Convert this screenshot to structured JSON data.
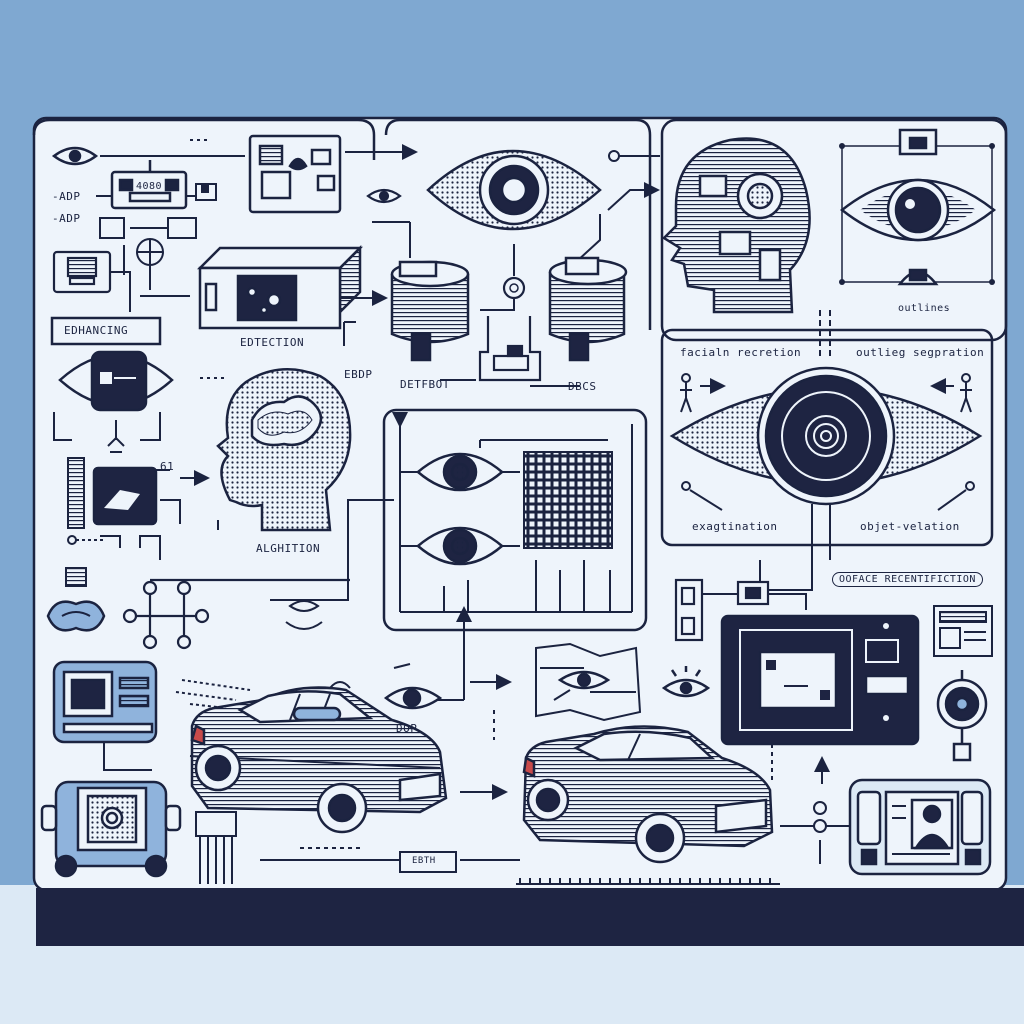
{
  "colors": {
    "wall": "#7fa8d1",
    "board": "#eef4fb",
    "ink": "#1b2340",
    "dark": "#1e2442",
    "accent_red": "#c94a4a",
    "accent_blue": "#8fb3dc",
    "floor": "#dce9f5"
  },
  "labels": {
    "adp_top": "-ADP",
    "adp_bottom": "-ADP",
    "box_4080": "4080",
    "enhancing": "EDHANCING",
    "detection": "EDTECTION",
    "ebdp": "EBDP",
    "detection2": "DETFBOT",
    "dbcs": "DBCS",
    "facial_recognition": "facialn recretion",
    "outline_segmentation": "outlieg segpration",
    "outlines": "outlines",
    "exaggeration": "exagtination",
    "object_relation": "objet-velation",
    "algorithm": "ALGHITION",
    "surface_identification": "OOFACE RECENTIFICTION",
    "label_61": "61",
    "dop": "DOP",
    "bottom_box": "EBTH"
  },
  "icons": [
    "eye-icon",
    "head-profile-icon",
    "car-icon",
    "camera-icon",
    "server-cylinder-icon",
    "grid-matrix-icon",
    "monitor-icon",
    "id-card-icon",
    "person-icon",
    "chip-icon"
  ]
}
